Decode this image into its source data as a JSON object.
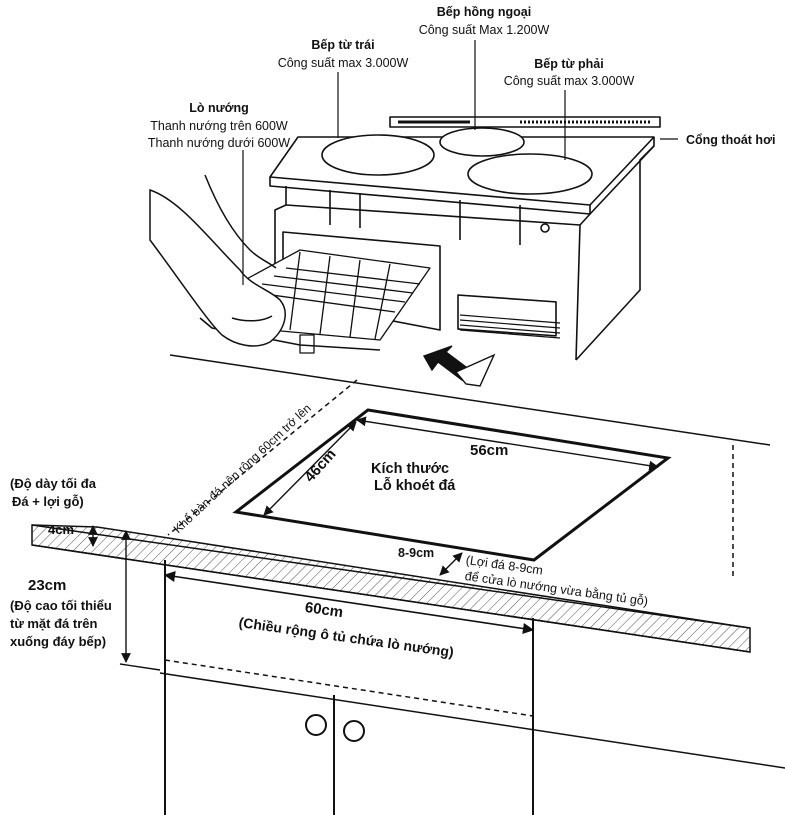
{
  "callouts": {
    "infrared": {
      "name": "Bếp hồng ngoại",
      "power": "Công suất Max 1.200W"
    },
    "left_induction": {
      "name": "Bếp từ trái",
      "power": "Công suất max 3.000W"
    },
    "right_induction": {
      "name": "Bếp từ phải",
      "power": "Công suất max 3.000W"
    },
    "oven": {
      "name": "Lò nướng",
      "upper": "Thanh nướng trên 600W",
      "lower": "Thanh nướng dưới 600W"
    },
    "vent": {
      "name": "Cổng thoát hơi"
    }
  },
  "cutout": {
    "title_line1": "Kích thước",
    "title_line2": "Lỗ khoét đá",
    "length": "56cm",
    "depth": "46cm",
    "min_width_note": "Khổ bàn đá nên rộng 60cm trở lên"
  },
  "front_edge": {
    "offset": "8-9cm",
    "note_line1": "(Lợi đá 8-9cm",
    "note_line2": "để cửa lò nướng vừa bằng tủ gỗ)"
  },
  "thickness": {
    "label_line1": "(Độ dày tối đa",
    "label_line2": "Đá + lợi gỗ)",
    "value": "4cm"
  },
  "height": {
    "value": "23cm",
    "label_line1": "(Độ cao tối thiểu",
    "label_line2": "từ mặt đá trên",
    "label_line3": "xuống đáy bếp)"
  },
  "cabinet": {
    "width": "60cm",
    "width_label": "(Chiều rộng ô tủ chứa lò nướng)"
  },
  "colors": {
    "line": "#111111",
    "hatch": "#555555",
    "background": "#ffffff"
  }
}
